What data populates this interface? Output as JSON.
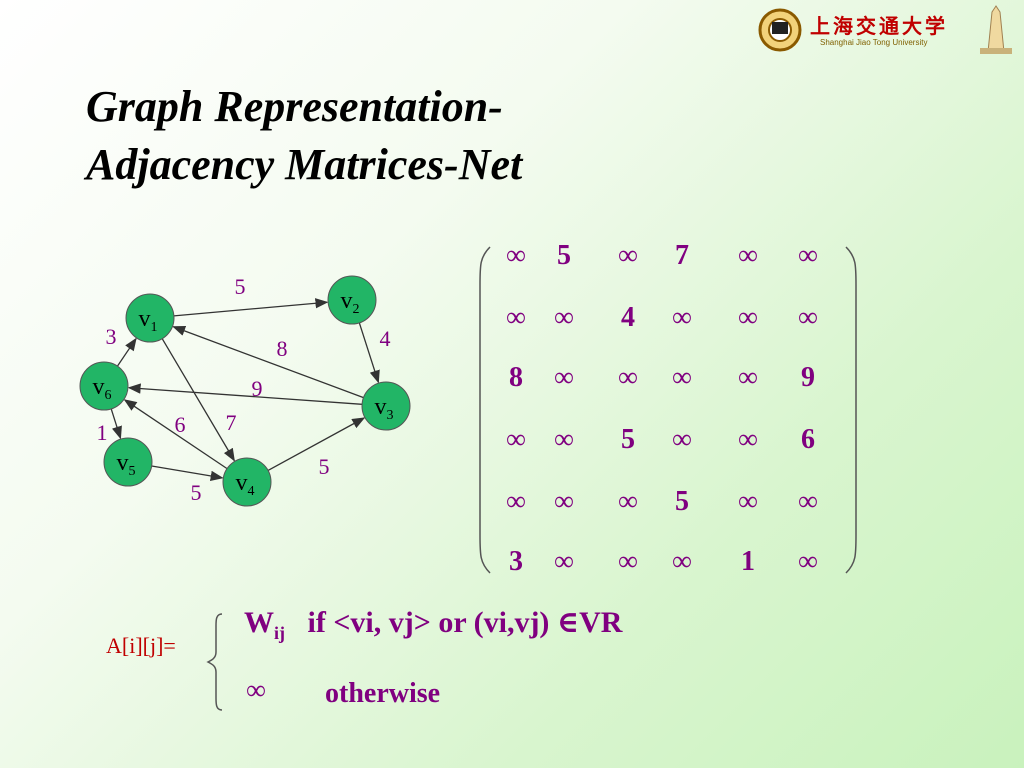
{
  "title": {
    "line1": "Graph Representation-",
    "line2": "Adjacency Matrices-Net"
  },
  "logo": {
    "text": "上海交通大学",
    "sub": "Shanghai Jiao Tong University"
  },
  "graph": {
    "nodes": [
      {
        "id": "v1",
        "base": "v",
        "sub": "1"
      },
      {
        "id": "v2",
        "base": "v",
        "sub": "2"
      },
      {
        "id": "v3",
        "base": "v",
        "sub": "3"
      },
      {
        "id": "v4",
        "base": "v",
        "sub": "4"
      },
      {
        "id": "v5",
        "base": "v",
        "sub": "5"
      },
      {
        "id": "v6",
        "base": "v",
        "sub": "6"
      }
    ],
    "edges": [
      {
        "from": "v1",
        "to": "v2",
        "weight": "5"
      },
      {
        "from": "v2",
        "to": "v3",
        "weight": "4"
      },
      {
        "from": "v3",
        "to": "v1",
        "weight": "8"
      },
      {
        "from": "v3",
        "to": "v6",
        "weight": "9"
      },
      {
        "from": "v1",
        "to": "v4",
        "weight": "7"
      },
      {
        "from": "v4",
        "to": "v3",
        "weight": "5"
      },
      {
        "from": "v4",
        "to": "v6",
        "weight": "6"
      },
      {
        "from": "v5",
        "to": "v4",
        "weight": "5"
      },
      {
        "from": "v6",
        "to": "v1",
        "weight": "3"
      },
      {
        "from": "v6",
        "to": "v5",
        "weight": "1"
      }
    ]
  },
  "matrix": [
    [
      "∞",
      "5",
      "∞",
      "7",
      "∞",
      "∞"
    ],
    [
      "∞",
      "∞",
      "4",
      "∞",
      "∞",
      "∞"
    ],
    [
      "8",
      "∞",
      "∞",
      "∞",
      "∞",
      "9"
    ],
    [
      "∞",
      "∞",
      "5",
      "∞",
      "∞",
      "6"
    ],
    [
      "∞",
      "∞",
      "∞",
      "5",
      "∞",
      "∞"
    ],
    [
      "3",
      "∞",
      "∞",
      "∞",
      "1",
      "∞"
    ]
  ],
  "formula": {
    "label": "A[i][j]=",
    "w": "W",
    "w_sub": "ij",
    "condition": "if <vi, vj> or (vi,vj) ∈VR",
    "inf": "∞",
    "otherwise": "otherwise"
  },
  "colors": {
    "node_fill": "#22b566",
    "matrix_text": "#800080",
    "label_red": "#c00000"
  }
}
